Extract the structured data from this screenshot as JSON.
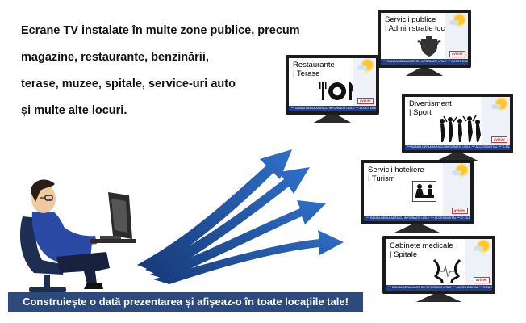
{
  "headline": {
    "line1": "Ecrane TV instalate în multe zone publice, precum",
    "line2": "magazine, restaurante, benzinării,",
    "line3": "terase, muzee, spitale, service-uri auto",
    "line4": "și multe alte locuri."
  },
  "banner": {
    "text": "Construiește o dată prezentarea și afișeaz-o în toate locațiile tale!"
  },
  "ticker_text": "*** BANDA DERULANTA CU INFORMATII UTILE *** ACCES DIGITAL *** O ZILE DE ***",
  "brand_text": "avisier",
  "screens": [
    {
      "id": "public",
      "title1": "Servicii publice",
      "title2": "| Administratie locala",
      "icon": "coat-of-arms-icon"
    },
    {
      "id": "restaurant",
      "title1": "Restaurante",
      "title2": "| Terase",
      "icon": "plate-cutlery-icon"
    },
    {
      "id": "sport",
      "title1": "Divertisment",
      "title2": "| Sport",
      "icon": "dancing-crowd-icon"
    },
    {
      "id": "hotel",
      "title1": "Servicii hoteliere",
      "title2": "| Turism",
      "icon": "reception-desk-icon"
    },
    {
      "id": "medical",
      "title1": "Cabinete medicale",
      "title2": "| Spitale",
      "icon": "heartbeat-icon"
    }
  ],
  "colors": {
    "banner_bg": "#2c4a7c",
    "arrow": "#1f4f9c",
    "ticker": "#1d3f8f",
    "bezel": "#1b1b1b"
  },
  "icons": [
    "person-at-computer-icon",
    "arrow-icon",
    "sun-icon",
    "cloud-icon"
  ]
}
